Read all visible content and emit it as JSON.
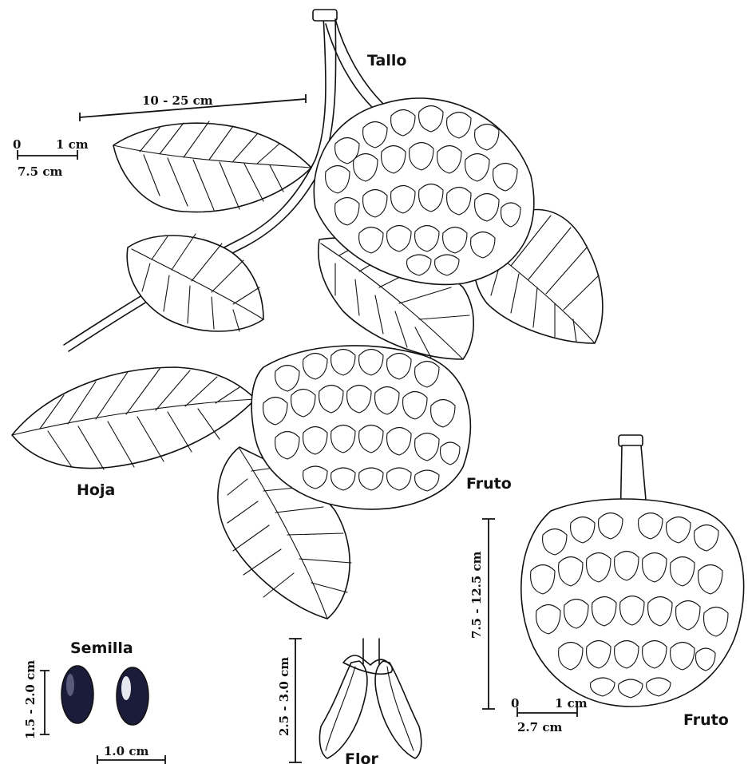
{
  "labels": {
    "tallo": "Tallo",
    "hoja": "Hoja",
    "fruto_main": "Fruto",
    "fruto_detail": "Fruto",
    "semilla": "Semilla",
    "flor": "Flor"
  },
  "measurements": {
    "stem_length": "10 - 25 cm",
    "branch_scale_zero": "0",
    "branch_scale_unit": "1 cm",
    "branch_scale_equiv": "7.5 cm",
    "fruit_height": "7.5 - 12.5 cm",
    "fruit_scale_zero": "0",
    "fruit_scale_unit": "1 cm",
    "fruit_scale_equiv": "2.7 cm",
    "seed_length": "1.5 - 2.0 cm",
    "seed_scale": "1.0 cm",
    "flower_length": "2.5 - 3.0 cm"
  }
}
